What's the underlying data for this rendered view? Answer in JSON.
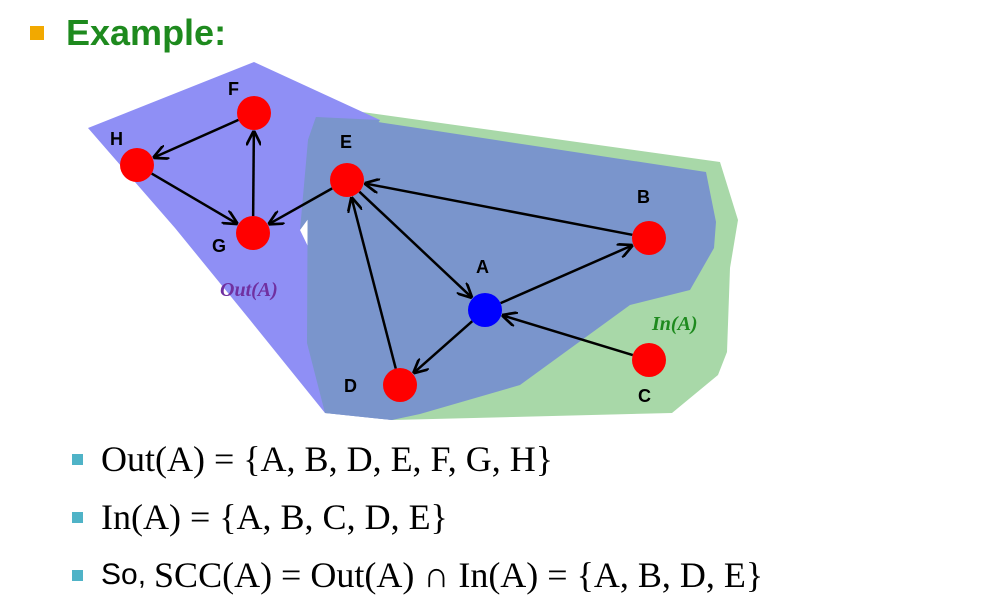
{
  "title": "Example:",
  "colors": {
    "title": "#1e8a1e",
    "title_bullet": "#f2a900",
    "out_region": "#8f8ff5",
    "in_region": "#a8d8a8",
    "overlap": "#7a95cc",
    "node": "#ff0000",
    "center_node": "#0000ff",
    "out_label": "#7030a0",
    "in_label": "#1e8a1e",
    "bullet": "#4fb3c7"
  },
  "regions": {
    "out_label": "Out(A)",
    "in_label": "In(A)"
  },
  "nodes": [
    {
      "id": "A",
      "label": "A"
    },
    {
      "id": "B",
      "label": "B"
    },
    {
      "id": "C",
      "label": "C"
    },
    {
      "id": "D",
      "label": "D"
    },
    {
      "id": "E",
      "label": "E"
    },
    {
      "id": "F",
      "label": "F"
    },
    {
      "id": "G",
      "label": "G"
    },
    {
      "id": "H",
      "label": "H"
    }
  ],
  "edges": [
    {
      "from": "A",
      "to": "B"
    },
    {
      "from": "A",
      "to": "D"
    },
    {
      "from": "B",
      "to": "E"
    },
    {
      "from": "C",
      "to": "A"
    },
    {
      "from": "D",
      "to": "E"
    },
    {
      "from": "E",
      "to": "A"
    },
    {
      "from": "E",
      "to": "G"
    },
    {
      "from": "F",
      "to": "H"
    },
    {
      "from": "G",
      "to": "F"
    },
    {
      "from": "H",
      "to": "G"
    }
  ],
  "bullets": {
    "out": "Out(A) = {A, B, D, E, F, G, H}",
    "in": "In(A) = {A, B, C, D, E}",
    "so_prefix": "So,",
    "scc": "SCC(A) = Out(A) ∩ In(A) = {A, B, D, E}"
  }
}
